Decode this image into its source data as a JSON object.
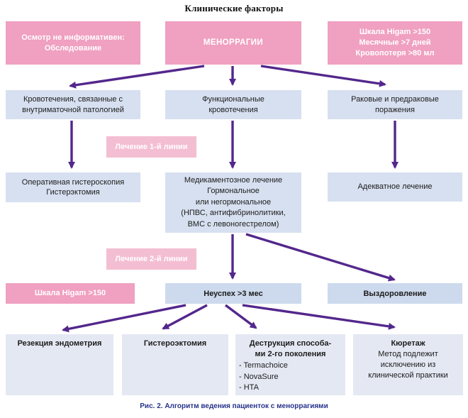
{
  "colors": {
    "pink_main": "#f0a0c0",
    "pink_light": "#f4bed2",
    "blue_row": "#d7e0f0",
    "blue_mid": "#cddaed",
    "blue_bottom": "#e4e8f3",
    "arrow_purple": "#53278c",
    "caption_blue": "#27338b"
  },
  "header": {
    "title": "Клинические факторы"
  },
  "labels": {
    "treatment_line1": "Лечение 1-й линии",
    "treatment_line2": "Лечение 2-й линии"
  },
  "nodes": {
    "exam": {
      "lines": [
        "Осмотр не информативен:",
        "Обследование"
      ]
    },
    "menorrhagia": {
      "lines": [
        "МЕНОРРАГИИ"
      ]
    },
    "criteria": {
      "lines": [
        "Шкала Higam >150",
        "Месячные >7 дней",
        "Кровопотеря >80 мл"
      ]
    },
    "intrauterine": {
      "lines": [
        "Кровотечения, связанные с",
        "внутриматочной патологией"
      ]
    },
    "functional": {
      "lines": [
        "Функциональные",
        "кровотечения"
      ]
    },
    "cancer": {
      "lines": [
        "Раковые и предраковые",
        "поражения"
      ]
    },
    "hysteroscopy": {
      "lines": [
        "Оперативная гистероскопия",
        "Гистерэктомия"
      ]
    },
    "medication": {
      "lines": [
        "Медикаментозное лечение",
        "Гормональное",
        "или негормональное",
        "(НПВС, антифибринолитики,",
        "ВМС с левоногестрелом)"
      ]
    },
    "adequate": {
      "lines": [
        "Адекватное лечение"
      ]
    },
    "higam": {
      "lines": [
        "Шкала Higam >150"
      ]
    },
    "failure": {
      "lines": [
        "Неуспех >3 мес"
      ]
    },
    "recovery": {
      "lines": [
        "Выздоровление"
      ]
    },
    "resection": {
      "title": "Резекция эндометрия"
    },
    "hysterectomy": {
      "title": "Гистероэктомия"
    },
    "destruction": {
      "title_lines": [
        "Деструкция способа-",
        "ми 2-го поколения"
      ],
      "items": [
        "- Termachoice",
        "- NovaSure",
        "- HTA"
      ]
    },
    "curettage": {
      "title": "Кюретаж",
      "lines": [
        "Метод подлежит",
        "исключению из",
        "клинической практики"
      ]
    }
  },
  "caption": {
    "text": "Рис. 2. Алгоритм ведения пациенток с меноррагиями"
  }
}
